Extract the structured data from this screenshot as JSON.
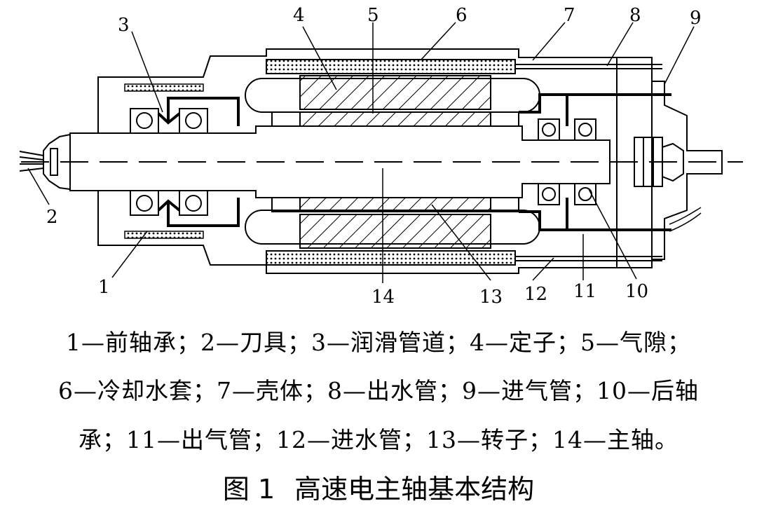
{
  "diagram": {
    "labels": {
      "n1": "1",
      "n2": "2",
      "n3": "3",
      "n4": "4",
      "n5": "5",
      "n6": "6",
      "n7": "7",
      "n8": "8",
      "n9": "9",
      "n10": "10",
      "n11": "11",
      "n12": "12",
      "n13": "13",
      "n14": "14"
    }
  },
  "legend": {
    "line1": "1—前轴承；2—刀具；3—润滑管道；4—定子；5—气隙；",
    "line2": "6—冷却水套；7—壳体；8—出水管；9—进气管；10—后轴",
    "line3": "承；11—出气管；12—进水管；13—转子；14—主轴。"
  },
  "caption": {
    "number": "图 1",
    "title": "高速电主轴基本结构"
  }
}
